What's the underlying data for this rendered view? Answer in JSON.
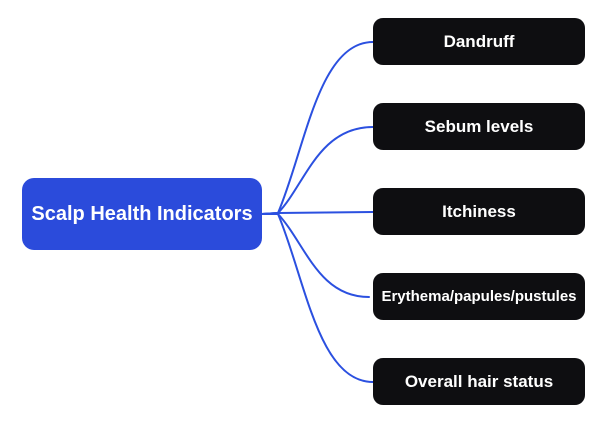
{
  "diagram": {
    "type": "mindmap",
    "background_color": "#FFFFFF",
    "root": {
      "label": "Scalp Health Indicators",
      "bg_color": "#2B4BDB",
      "text_color": "#FFFFFF"
    },
    "branches": [
      {
        "label": "Dandruff"
      },
      {
        "label": "Sebum levels"
      },
      {
        "label": "Itchiness"
      },
      {
        "label": "Erythema/papules/pustules"
      },
      {
        "label": "Overall hair status"
      }
    ],
    "branch_bg_color": "#0E0E11",
    "branch_text_color": "#FFFFFF",
    "connector_color": "#2B50E0"
  }
}
